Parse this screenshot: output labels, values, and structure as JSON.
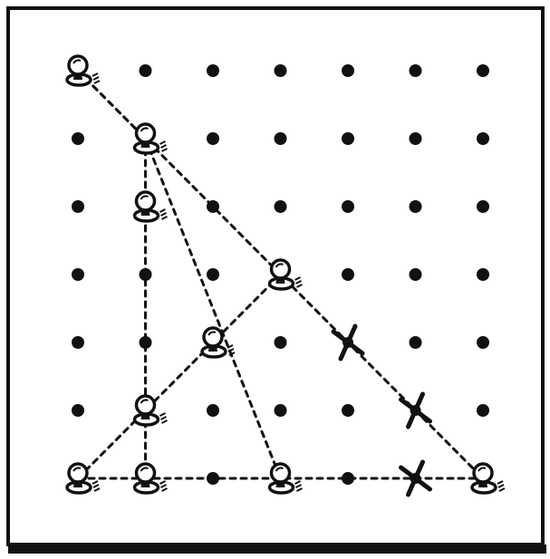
{
  "puzzle": {
    "grid_columns": 7,
    "grid_rows": 7,
    "colors": {
      "ink": "#111111",
      "paper": "#ffffff"
    },
    "pegs": [
      {
        "col": 0,
        "row": 0
      },
      {
        "col": 1,
        "row": 1
      },
      {
        "col": 1,
        "row": 2
      },
      {
        "col": 3,
        "row": 3
      },
      {
        "col": 2,
        "row": 4
      },
      {
        "col": 1,
        "row": 5
      },
      {
        "col": 0,
        "row": 6
      },
      {
        "col": 1,
        "row": 6
      },
      {
        "col": 3,
        "row": 6
      },
      {
        "col": 6,
        "row": 6
      }
    ],
    "crosses": [
      {
        "col": 4,
        "row": 4
      },
      {
        "col": 5,
        "row": 5
      },
      {
        "col": 5,
        "row": 6
      }
    ],
    "lines": [
      {
        "from": [
          0,
          0
        ],
        "to": [
          6,
          6
        ]
      },
      {
        "from": [
          0,
          0
        ],
        "to": [
          1,
          1
        ]
      },
      {
        "from": [
          1,
          1
        ],
        "to": [
          1,
          6
        ]
      },
      {
        "from": [
          1,
          1
        ],
        "to": [
          3,
          6
        ]
      },
      {
        "from": [
          0,
          6
        ],
        "to": [
          3,
          3
        ]
      },
      {
        "from": [
          0,
          6
        ],
        "to": [
          6,
          6
        ]
      }
    ]
  }
}
